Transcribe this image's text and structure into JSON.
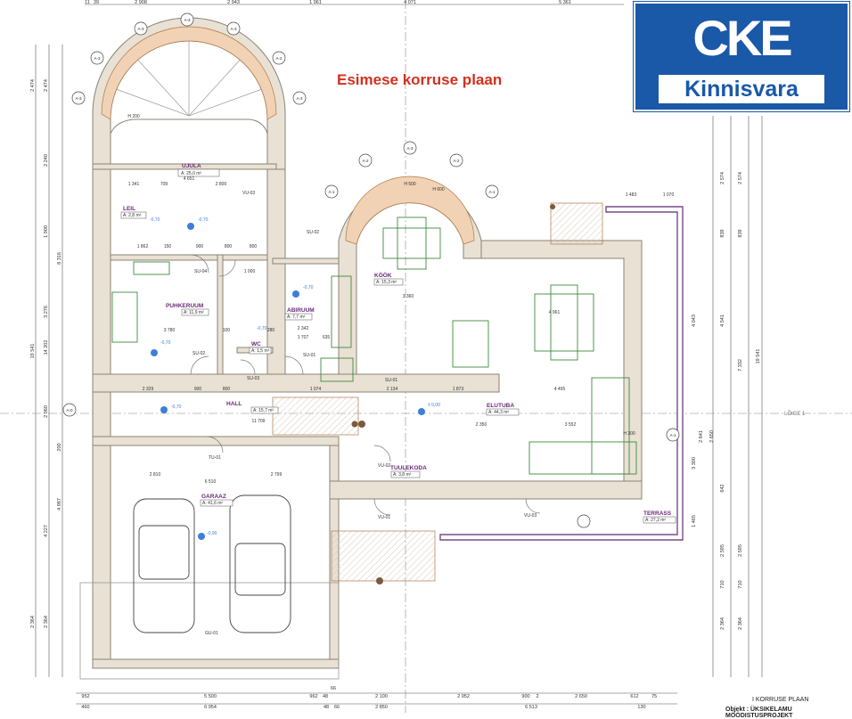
{
  "title": "Esimese korruse plaan",
  "logo": {
    "mark": "CKE",
    "sub": "Kinnisvara"
  },
  "title_block": {
    "line1": "I KORRUSE PLAAN",
    "line2": "Objekt : ÜKSIKELAMU MÖÖDISTUSPROJEKT"
  },
  "rooms": [
    {
      "name": "UJULA",
      "area": "A: 25,0 m²"
    },
    {
      "name": "LEIL",
      "area": "A: 2,8 m²"
    },
    {
      "name": "PUHKERUUM",
      "area": "A: 11,9 m²"
    },
    {
      "name": "ABIRUUM",
      "area": "A: 7,7 m²"
    },
    {
      "name": "WC",
      "area": "A: 1,5 m²"
    },
    {
      "name": "KÖÖK",
      "area": "A: 15,3 m²"
    },
    {
      "name": "ELUTUBA",
      "area": "A: 44,3 m²"
    },
    {
      "name": "HALL",
      "area": "A: 15,7 m²"
    },
    {
      "name": "TUULEKODA",
      "area": "A: 3,8 m²"
    },
    {
      "name": "GARAAZ",
      "area": "A: 41,6 m²"
    },
    {
      "name": "TERRASS",
      "area": "A: 27,2 m²"
    }
  ],
  "doors": [
    "SU-04",
    "SU-02",
    "SU-03",
    "SU-01",
    "SU-01",
    "SU-02",
    "TU-01",
    "VU-02",
    "VU-01",
    "VU-03",
    "VU-03",
    "GU-01"
  ],
  "levels": [
    "-0,70",
    "-0,70",
    "-0,70",
    "-0,70",
    "-0,70",
    "-0,70",
    "± 0,00",
    "-0,90"
  ],
  "section_label": "LÕIGE 1",
  "axes": [
    "A-3",
    "A-3",
    "A-3",
    "A-3",
    "A-2",
    "A-3",
    "A-3",
    "A-3",
    "A-2",
    "A-2",
    "A-1",
    "A-1",
    "A-1",
    "A-0"
  ],
  "dims_top": [
    "11",
    "39",
    "2 908",
    "2 943",
    "1 961",
    "4 071",
    "5 361"
  ],
  "dims_bottom_1": [
    "952",
    "5 500",
    "962",
    "48",
    "66",
    "2 100",
    "2 952",
    "900",
    "2",
    "2 650",
    "612",
    "75"
  ],
  "dims_bottom_2": [
    "460",
    "6 954",
    "48",
    "66",
    "2 850",
    "6 513",
    "130"
  ],
  "dims_left": [
    "2 474",
    "2 474",
    "2 240",
    "1 900",
    "8 316",
    "3 276",
    "14 202",
    "19 541",
    "2 060",
    "200",
    "4 987",
    "4 227",
    "2 364",
    "2 364"
  ],
  "dims_right": [
    "2 574",
    "2 574",
    "839",
    "839",
    "4 541",
    "4 043",
    "7 332",
    "19 541",
    "2 650",
    "2 641",
    "3 300",
    "642",
    "1 465",
    "2 595",
    "2 595",
    "710",
    "710",
    "2 364",
    "2 364"
  ],
  "dims_internal": [
    "4 651",
    "1 341",
    "709",
    "2 800",
    "1 862",
    "150",
    "900",
    "800",
    "800",
    "3 780",
    "100",
    "1 000",
    "280",
    "1 707",
    "635",
    "2 342",
    "2 329",
    "900",
    "800",
    "11 709",
    "1 074",
    "2 134",
    "1 873",
    "4 495",
    "2 350",
    "3 552",
    "2 810",
    "2 799",
    "6 510",
    "1 483",
    "1 070",
    "4 961",
    "3 360",
    "H 500",
    "H 600",
    "H 200",
    "H 300"
  ]
}
